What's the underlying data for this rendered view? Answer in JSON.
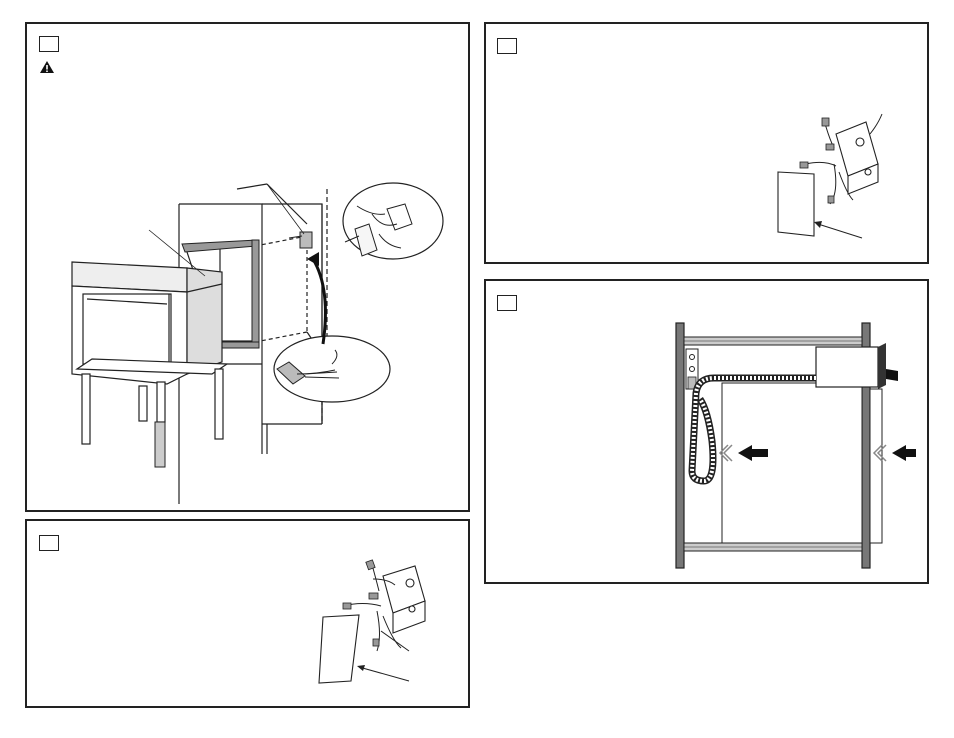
{
  "panels": [
    {
      "id": "panel-1",
      "step": ""
    },
    {
      "id": "panel-2",
      "step": ""
    },
    {
      "id": "panel-3",
      "step": ""
    },
    {
      "id": "panel-4",
      "step": ""
    }
  ],
  "icons": {
    "warning": "warning-triangle-icon"
  }
}
